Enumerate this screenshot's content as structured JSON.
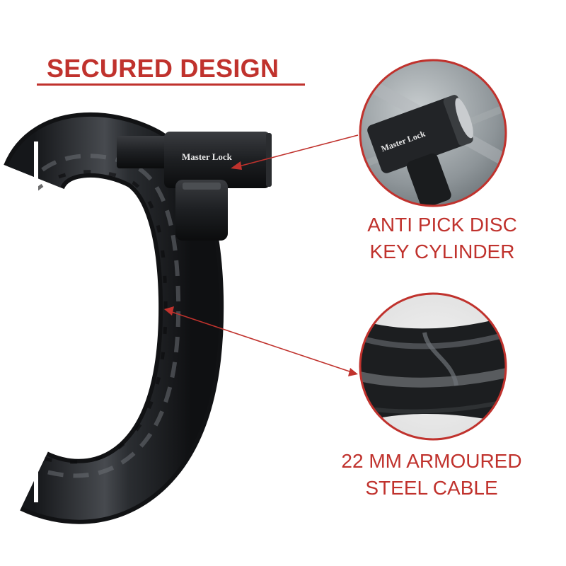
{
  "headline": "SECURED DESIGN",
  "brand_mark": "Master Lock",
  "callouts": [
    {
      "line1": "ANTI PICK DISC",
      "line2": "KEY CYLINDER"
    },
    {
      "line1": "22 MM ARMOURED",
      "line2": "STEEL CABLE"
    }
  ],
  "colors": {
    "accent": "#c0322d",
    "cable": "#2b2d2f",
    "lock_body": "#1f2123",
    "background": "#ffffff"
  }
}
